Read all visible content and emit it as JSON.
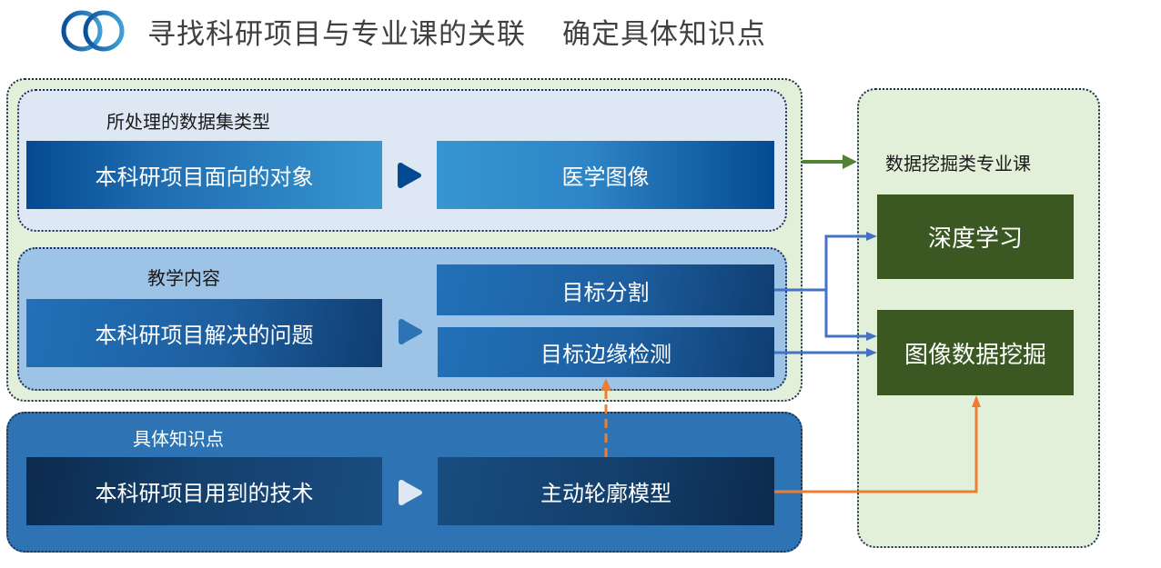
{
  "header": {
    "logo_icon": "interlocking-rings-icon",
    "title": "寻找科研项目与专业课的关联",
    "subtitle": "确定具体知识点"
  },
  "sections": [
    {
      "label": "所处理的数据集类型",
      "left_box": "本科研项目面向的对象",
      "right_boxes": [
        "医学图像"
      ]
    },
    {
      "label": "教学内容",
      "left_box": "本科研项目解决的问题",
      "right_boxes": [
        "目标分割",
        "目标边缘检测"
      ]
    },
    {
      "label": "具体知识点",
      "left_box": "本科研项目用到的技术",
      "right_boxes": [
        "主动轮廓模型"
      ]
    }
  ],
  "courses": {
    "label": "数据挖掘类专业课",
    "items": [
      "深度学习",
      "图像数据挖掘"
    ]
  },
  "connectors": [
    {
      "from": "section-1-group",
      "to": "courses-panel",
      "color": "#548235",
      "style": "solid"
    },
    {
      "from": "目标分割",
      "to": "深度学习",
      "color": "#4472c4",
      "style": "solid"
    },
    {
      "from": "目标分割",
      "to": "图像数据挖掘",
      "color": "#4472c4",
      "style": "solid"
    },
    {
      "from": "目标边缘检测",
      "to": "图像数据挖掘",
      "color": "#4472c4",
      "style": "solid"
    },
    {
      "from": "主动轮廓模型",
      "to": "目标边缘检测",
      "color": "#ed7d31",
      "style": "dashed"
    },
    {
      "from": "主动轮廓模型",
      "to": "图像数据挖掘",
      "color": "#ed7d31",
      "style": "solid"
    }
  ],
  "colors": {
    "course_green": "#3b5823",
    "panel_green": "#e2efd9",
    "arrow_blue": "#4472c4",
    "arrow_orange": "#ed7d31",
    "arrow_green": "#548235"
  }
}
